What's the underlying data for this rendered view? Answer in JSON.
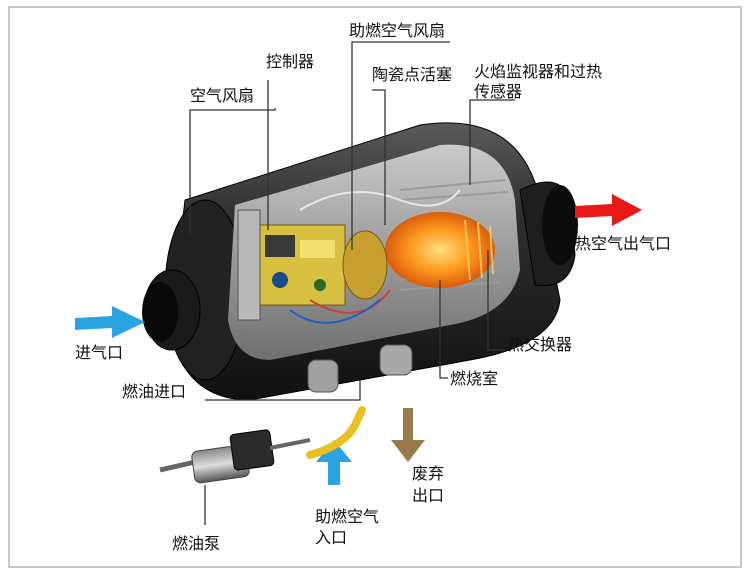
{
  "labels": {
    "combustion_air_fan": "助燃空气风扇",
    "controller": "控制器",
    "air_fan": "空气风扇",
    "ceramic_glow_plug": "陶瓷点活塞",
    "flame_monitor_line1": "火焰监视器和过热",
    "flame_monitor_line2": "传感器",
    "hot_air_outlet": "热空气出气口",
    "air_inlet": "进气口",
    "heat_exchanger": "热交换器",
    "combustion_chamber": "燃烧室",
    "fuel_inlet": "燃油进口",
    "exhaust_line1": "废弃",
    "exhaust_line2": "出口",
    "combustion_air_inlet_line1": "助燃空气",
    "combustion_air_inlet_line2": "入口",
    "fuel_pump": "燃油泵"
  },
  "colors": {
    "air_arrow": "#2aa4e0",
    "hot_arrow": "#e81818",
    "exhaust_arrow": "#9a7a4a",
    "yellow_pipe": "#e8c020",
    "body_dark": "#2a2a2a",
    "flame": "#ff7a10"
  }
}
